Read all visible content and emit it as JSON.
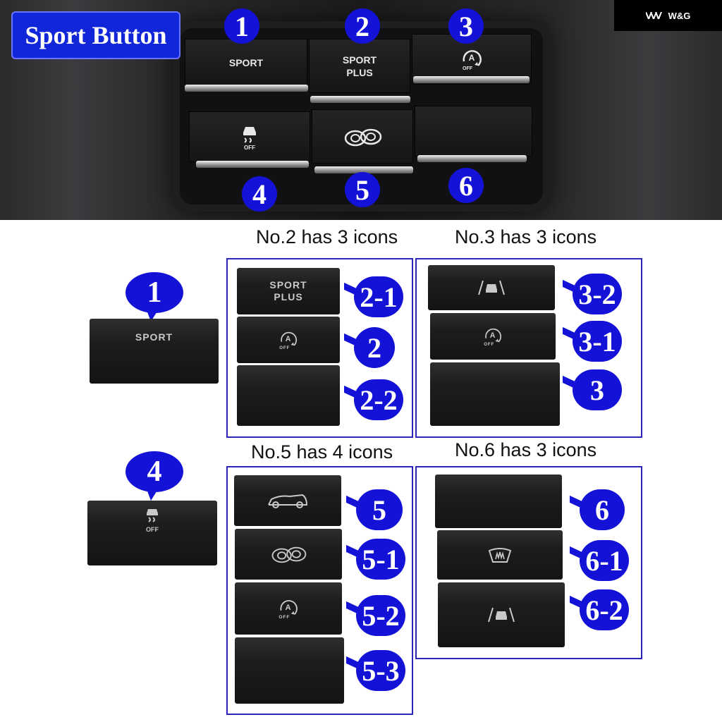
{
  "header": {
    "title": "Sport Button",
    "logo_text": "W&G"
  },
  "console": {
    "labels": {
      "sport": "SPORT",
      "sport_plus_1": "SPORT",
      "sport_plus_2": "PLUS",
      "off": "OFF",
      "a": "A"
    },
    "numbers": [
      "1",
      "2",
      "3",
      "4",
      "5",
      "6"
    ]
  },
  "groups": {
    "g2": {
      "title": "No.2 has 3 icons",
      "tags": [
        "2-1",
        "2",
        "2-2"
      ]
    },
    "g3": {
      "title": "No.3 has 3 icons",
      "tags": [
        "3-2",
        "3-1",
        "3"
      ]
    },
    "g5": {
      "title": "No.5 has 4 icons",
      "tags": [
        "5",
        "5-1",
        "5-2",
        "5-3"
      ]
    },
    "g6": {
      "title": "No.6 has 3 icons",
      "tags": [
        "6",
        "6-1",
        "6-2"
      ]
    }
  },
  "singles": {
    "one": {
      "tag": "1",
      "label": "SPORT"
    },
    "four": {
      "tag": "4",
      "label": "OFF"
    }
  },
  "colors": {
    "accent_blue": "#1412d6",
    "frame_border": "#2a25b8"
  },
  "icons": [
    "a-off-icon",
    "traction-off-icon",
    "exhaust-icon",
    "lane-car-icon",
    "suspension-car-icon",
    "windshield-defrost-icon"
  ]
}
